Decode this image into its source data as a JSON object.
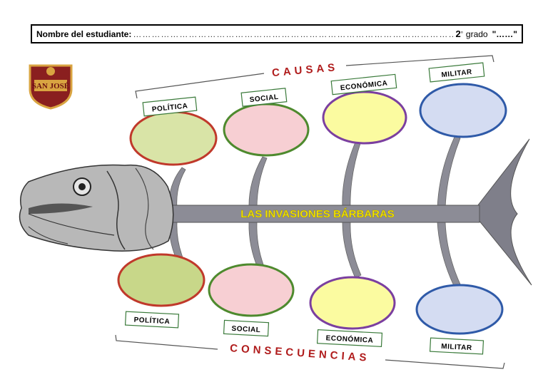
{
  "header": {
    "student_label": "Nombre del estudiante:",
    "dots": "……………………………………………………………………………………………………………………………………………………………",
    "grade_number": "2",
    "grade_sup": "°",
    "grade_word": "grado",
    "section": "\"……\""
  },
  "logo": {
    "text": "SAN JOSÉ"
  },
  "diagram": {
    "title": "LAS INVASIONES BÁRBARAS",
    "causes_heading": "CAUSAS",
    "consequences_heading": "CONSECUENCIAS",
    "causes": [
      {
        "label": "POLÍTICA",
        "fill": "#d9e4a7",
        "stroke": "#c0392b"
      },
      {
        "label": "SOCIAL",
        "fill": "#f7cfd3",
        "stroke": "#4e8a2e"
      },
      {
        "label": "ECONÓMICA",
        "fill": "#fbfba0",
        "stroke": "#7b3fa0"
      },
      {
        "label": "MILITAR",
        "fill": "#d4dcf2",
        "stroke": "#2f5aa8"
      }
    ],
    "consequences": [
      {
        "label": "POLÍTICA",
        "fill": "#c8d789",
        "stroke": "#c0392b"
      },
      {
        "label": "SOCIAL",
        "fill": "#f7cfd3",
        "stroke": "#4e8a2e"
      },
      {
        "label": "ECONÓMICA",
        "fill": "#fbfba0",
        "stroke": "#7b3fa0"
      },
      {
        "label": "MILITAR",
        "fill": "#d4dcf2",
        "stroke": "#2f5aa8"
      }
    ],
    "colors": {
      "spine": "#8c8c8c",
      "title_text": "#f4e400",
      "heading": "#b01c1c"
    }
  }
}
